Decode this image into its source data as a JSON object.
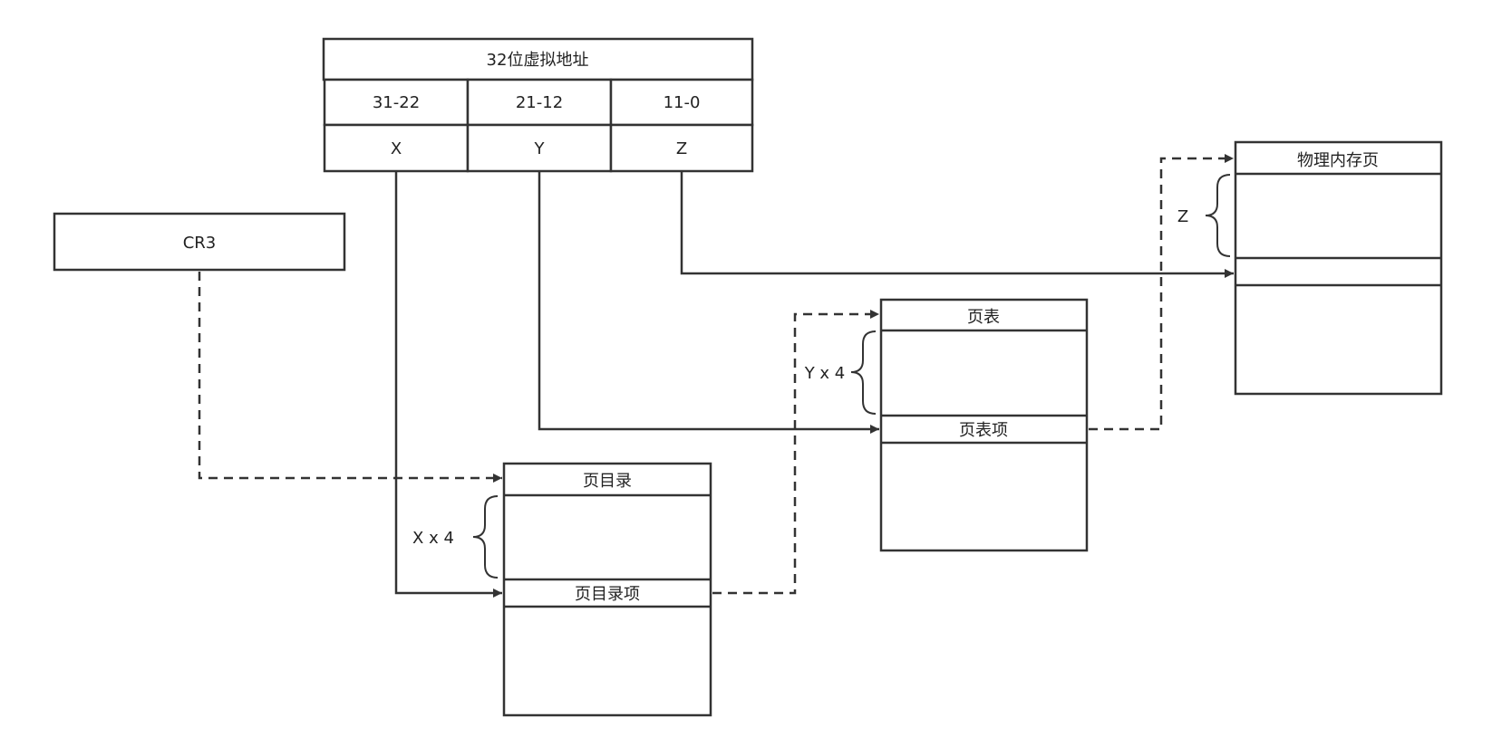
{
  "virtual_address": {
    "title": "32位虚拟地址",
    "fields": [
      {
        "bits": "31-22",
        "name": "X"
      },
      {
        "bits": "21-12",
        "name": "Y"
      },
      {
        "bits": "11-0",
        "name": "Z"
      }
    ]
  },
  "cr3": {
    "label": "CR3"
  },
  "page_directory": {
    "title": "页目录",
    "entry": "页目录项",
    "offset_label": "X x 4"
  },
  "page_table": {
    "title": "页表",
    "entry": "页表项",
    "offset_label": "Y x 4"
  },
  "physical_page": {
    "title": "物理内存页",
    "offset_label": "Z"
  },
  "colors": {
    "line": "#333333",
    "text": "#222222",
    "background": "#ffffff"
  }
}
